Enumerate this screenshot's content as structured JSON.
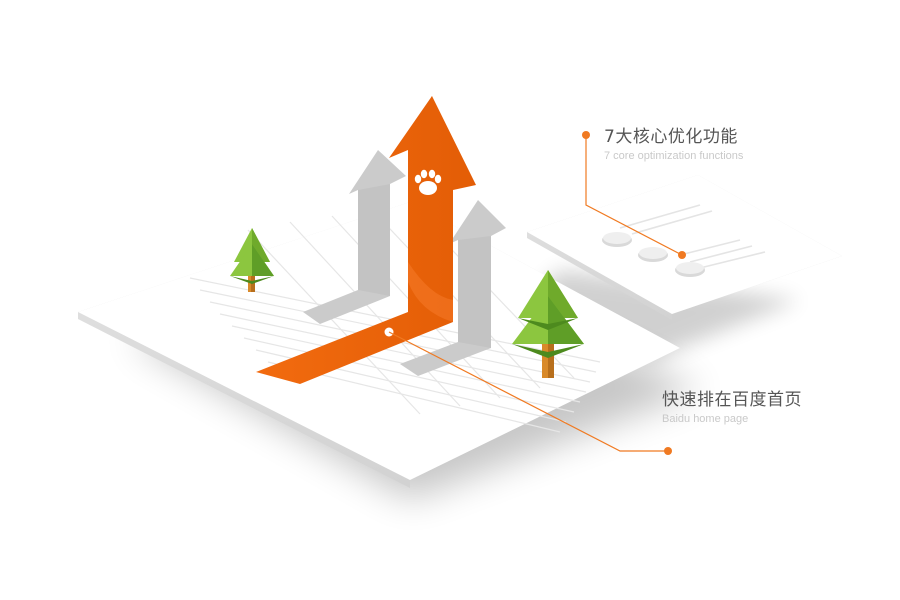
{
  "callouts": {
    "optimization": {
      "title": "7大核心优化功能",
      "subtitle": "7 core optimization functions"
    },
    "homepage": {
      "title": "快速排在百度首页",
      "subtitle": "Baidu home page"
    }
  },
  "colors": {
    "accent": "#f26b0f",
    "leader_line": "#f07a22",
    "arrow_gray": "#c9c9c9",
    "tree_green": "#8cc63f",
    "tree_dark": "#5f9e27",
    "trunk": "#d98a2a",
    "page_white": "#ffffff"
  },
  "icons": {
    "arrow_badge": "paw-icon"
  }
}
